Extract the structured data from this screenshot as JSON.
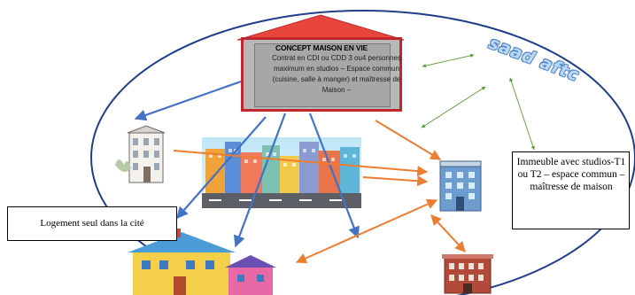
{
  "concept": {
    "title": "CONCEPT MAISON EN VIE",
    "body": "Contrat en CDI ou CDD 3 ou4 personnes maximum en studios – Espace commun (cuisine, salle à manger) et maîtresse de Maison –"
  },
  "brand": {
    "text": "saad aftc"
  },
  "boxes": {
    "logement": "Logement seul dans la cité",
    "immeuble": "Immeuble avec studios-T1 ou T2 – espace commun – maîtresse de maison"
  },
  "colors": {
    "ellipse": "#1f3e8c",
    "blue_arrow": "#4472c4",
    "orange_arrow": "#ed7d31",
    "green_arrow": "#5a9e3a",
    "concept_border": "#c0262d",
    "roof": "#e8463d"
  },
  "icons": [
    "townhouse-icon",
    "city-street-picture",
    "office-building-icon",
    "colorful-house-icon",
    "brick-building-icon",
    "roof-icon"
  ]
}
